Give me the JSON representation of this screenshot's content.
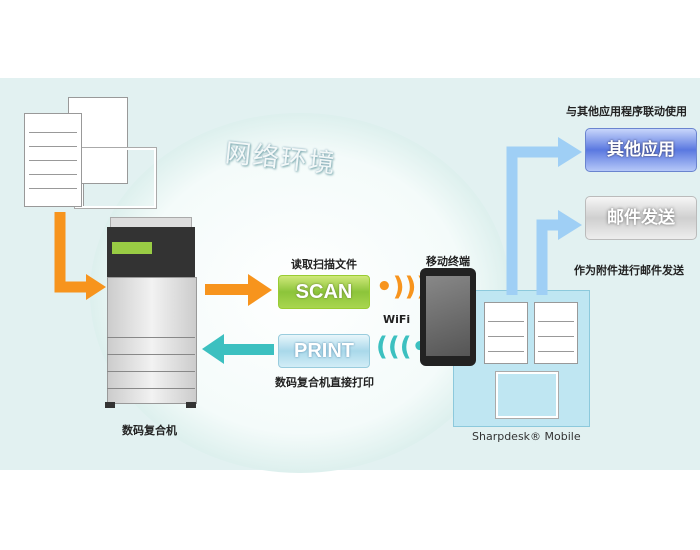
{
  "network_label": "网络环境",
  "mfp_label": "数码复合机",
  "scan": {
    "caption": "读取扫描文件",
    "button": "SCAN"
  },
  "print": {
    "caption": "数码复合机直接打印",
    "button": "PRINT"
  },
  "wifi_label": "WiFi",
  "mobile_label": "移动终端",
  "sharpdesk_label": "Sharpdesk® Mobile",
  "other_apps": {
    "caption": "与其他应用程序联动使用",
    "button": "其他应用"
  },
  "email": {
    "caption": "作为附件进行邮件发送",
    "button": "邮件发送"
  },
  "colors": {
    "orange": "#f7941d",
    "teal": "#3cc0c0",
    "blue_arrow": "#9fcff5",
    "panel": "#e2f1f1"
  }
}
